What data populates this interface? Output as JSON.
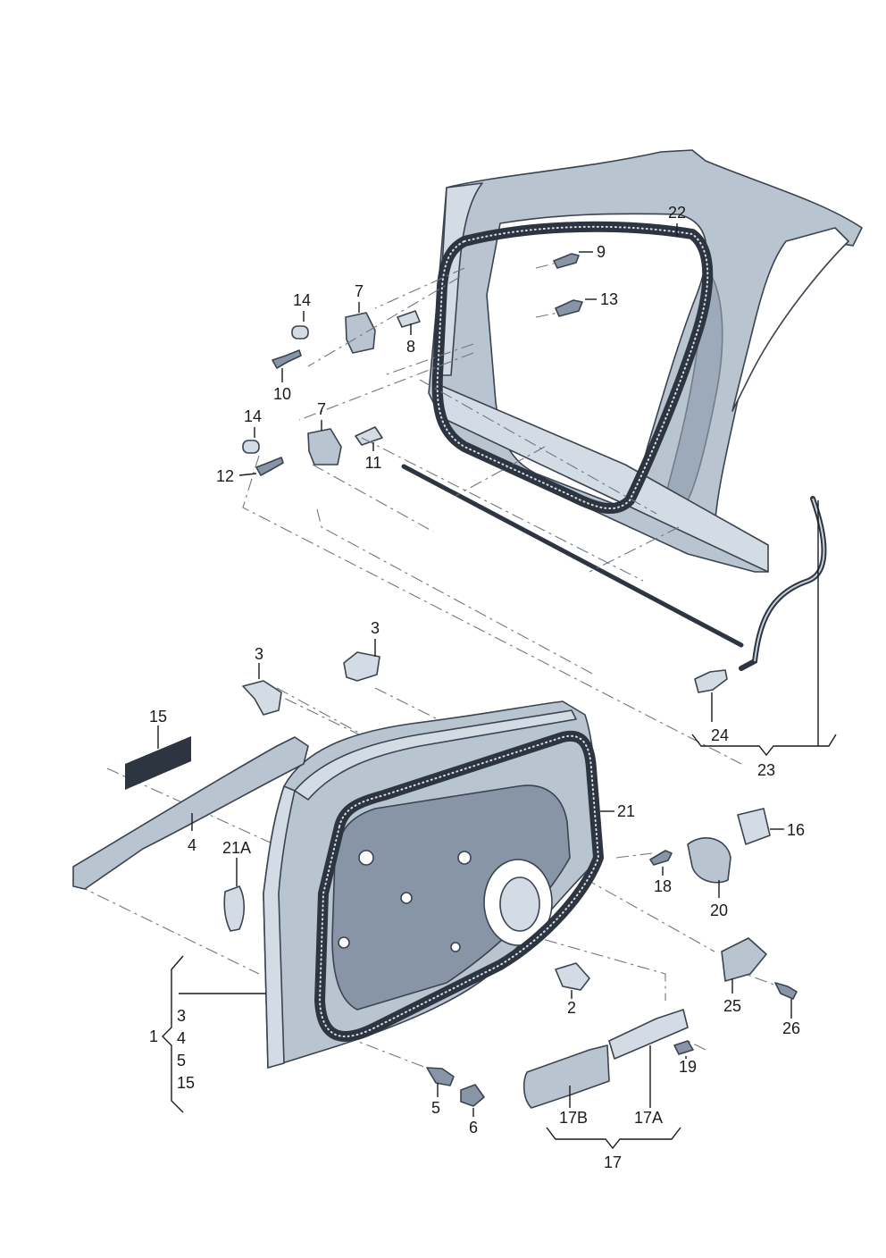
{
  "colors": {
    "panel": "#b9c4d1",
    "panel_light": "#d3dbe4",
    "panel_dark": "#8795a6",
    "seal": "#2d3540",
    "outline": "#3a4450",
    "label": "#1a1a1a"
  },
  "labels": {
    "l22": "22",
    "l9": "9",
    "l13": "13",
    "l14a": "14",
    "l7a": "7",
    "l8": "8",
    "l10": "10",
    "l14b": "14",
    "l7b": "7",
    "l11": "11",
    "l12": "12",
    "l3a": "3",
    "l3b": "3",
    "l15": "15",
    "l4": "4",
    "l21": "21",
    "l21A": "21A",
    "l16": "16",
    "l18": "18",
    "l20": "20",
    "l24": "24",
    "l23": "23",
    "l1": "1",
    "l1_3": "3",
    "l1_4": "4",
    "l1_5": "5",
    "l1_15": "15",
    "l2": "2",
    "l25": "25",
    "l26": "26",
    "l19": "19",
    "l5": "5",
    "l6": "6",
    "l17B": "17B",
    "l17A": "17A",
    "l17": "17"
  }
}
